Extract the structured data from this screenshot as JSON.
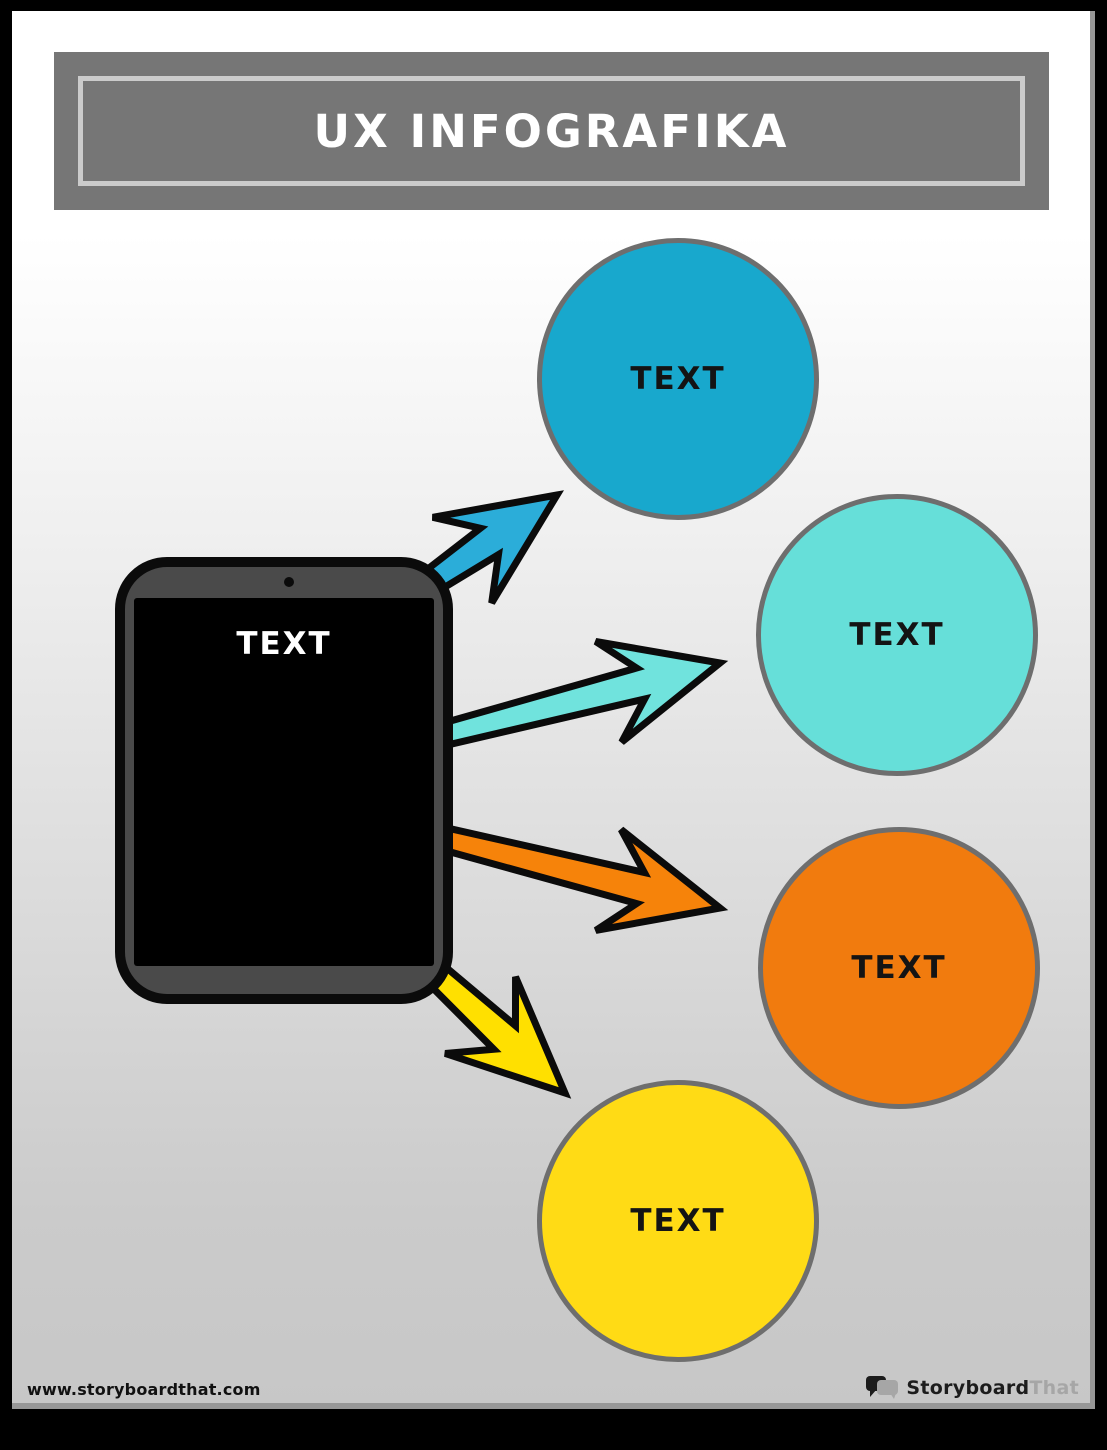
{
  "header": {
    "title": "UX INFOGRAFIKA"
  },
  "tablet": {
    "label": "TEXT"
  },
  "nodes": [
    {
      "id": "blue",
      "label": "TEXT",
      "circle_color": "#18a8cd",
      "arrow_color": "#2badd9"
    },
    {
      "id": "teal",
      "label": "TEXT",
      "circle_color": "#66dfd9",
      "arrow_color": "#70e3dd"
    },
    {
      "id": "orange",
      "label": "TEXT",
      "circle_color": "#f17b0e",
      "arrow_color": "#f6830a"
    },
    {
      "id": "yellow",
      "label": "TEXT",
      "circle_color": "#ffdb15",
      "arrow_color": "#ffe000"
    }
  ],
  "footer": {
    "url": "www.storyboardthat.com",
    "brand_primary": "Storyboard",
    "brand_secondary": "That"
  },
  "colors": {
    "circle_border": "#6e6e6e",
    "arrow_outline": "#0b0b0b",
    "header_bg": "#767676",
    "header_inner_border": "#cbcbcb",
    "page_frame": "#000000"
  }
}
